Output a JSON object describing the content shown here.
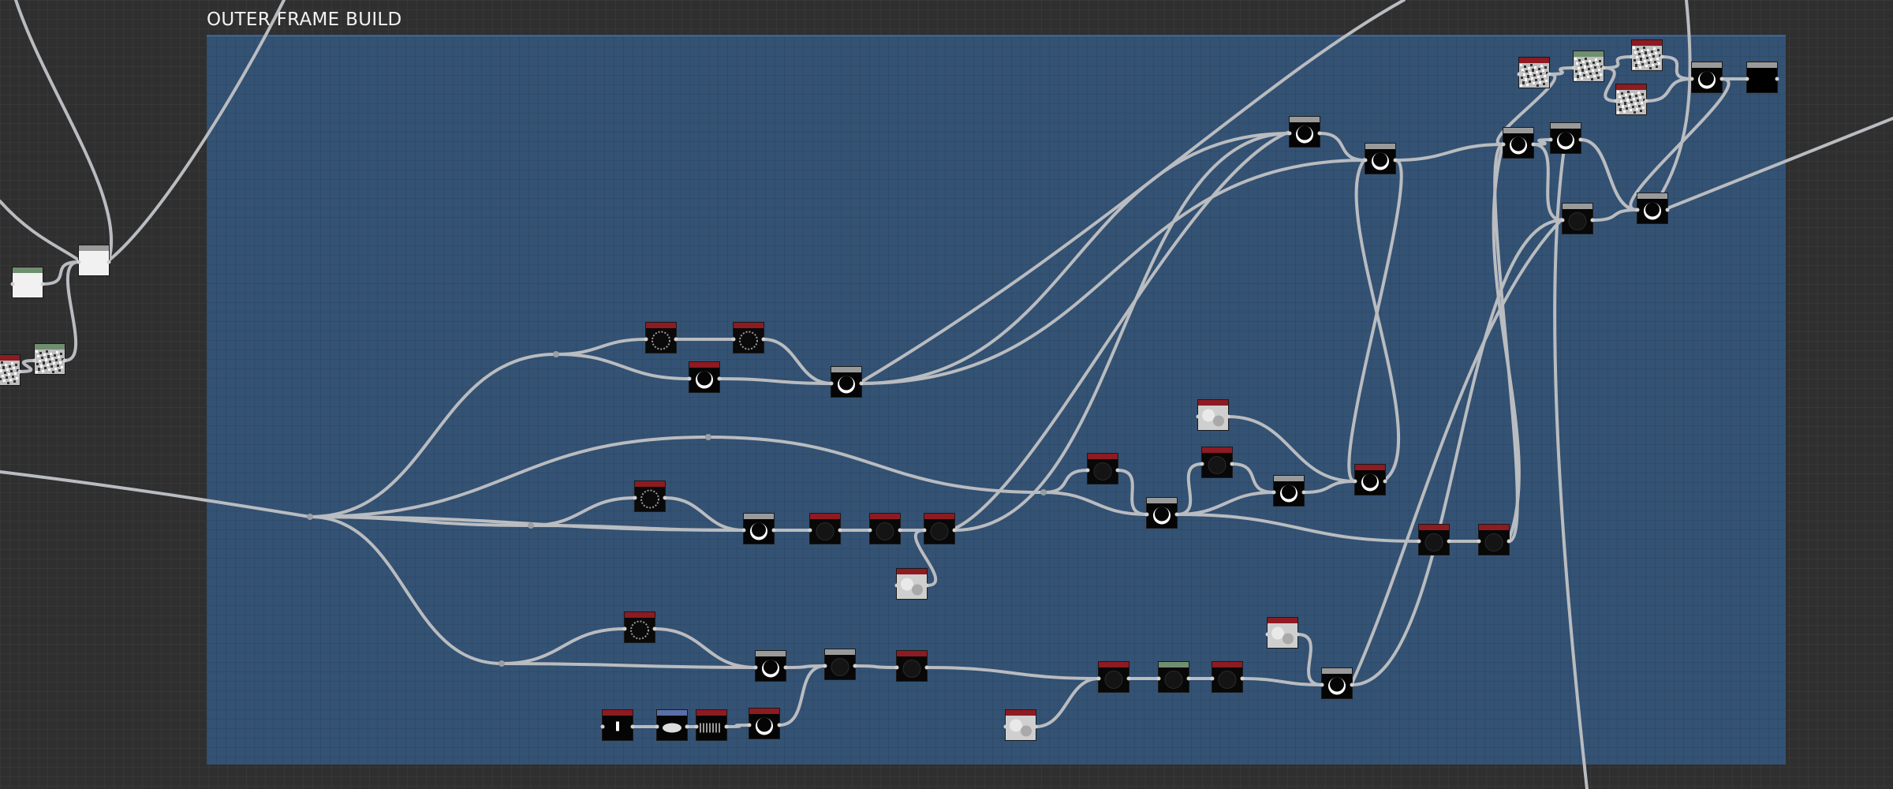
{
  "frame": {
    "title": "OUTER FRAME BUILD",
    "color": "#345273"
  },
  "colors": {
    "canvas": "#2f2f2f",
    "wire": "#b9bcc0",
    "header_red": "#8e1a22",
    "header_gray": "#9a9a9a",
    "header_green": "#6f8f6f",
    "header_blue": "#5a6fa8"
  },
  "nodes": [
    {
      "id": "n-left-white",
      "header": "green",
      "thumb": "white"
    },
    {
      "id": "n-left-gray",
      "header": "gray",
      "thumb": "white"
    },
    {
      "id": "n-left-noise-a",
      "header": "red",
      "thumb": "noise"
    },
    {
      "id": "n-left-noise-b",
      "header": "green",
      "thumb": "noise"
    },
    {
      "id": "n-blur-1",
      "header": "red",
      "thumb": "ring-dark"
    },
    {
      "id": "n-blur-2",
      "header": "red",
      "thumb": "ring-dark"
    },
    {
      "id": "n-circle-1",
      "header": "red",
      "thumb": "circle"
    },
    {
      "id": "n-circle-2",
      "header": "gray",
      "thumb": "circle"
    },
    {
      "id": "n-blur-3",
      "header": "red",
      "thumb": "ring-dark"
    },
    {
      "id": "n-circle-3",
      "header": "gray",
      "thumb": "circle"
    },
    {
      "id": "n-dark-1",
      "header": "red",
      "thumb": "dark"
    },
    {
      "id": "n-dark-2",
      "header": "red",
      "thumb": "dark"
    },
    {
      "id": "n-dark-3",
      "header": "red",
      "thumb": "dark"
    },
    {
      "id": "n-cloud-1",
      "header": "red",
      "thumb": "cloud"
    },
    {
      "id": "n-dark-4",
      "header": "red",
      "thumb": "dark"
    },
    {
      "id": "n-circle-4",
      "header": "gray",
      "thumb": "circle"
    },
    {
      "id": "n-cloud-2",
      "header": "red",
      "thumb": "cloud"
    },
    {
      "id": "n-dark-5",
      "header": "red",
      "thumb": "dark"
    },
    {
      "id": "n-circle-5",
      "header": "gray",
      "thumb": "circle"
    },
    {
      "id": "n-circle-6",
      "header": "red",
      "thumb": "circle"
    },
    {
      "id": "n-dark-6",
      "header": "red",
      "thumb": "dark"
    },
    {
      "id": "n-dark-7",
      "header": "red",
      "thumb": "dark"
    },
    {
      "id": "n-blur-4",
      "header": "red",
      "thumb": "ring-dark"
    },
    {
      "id": "n-circle-7",
      "header": "gray",
      "thumb": "circle"
    },
    {
      "id": "n-dark-8",
      "header": "gray",
      "thumb": "dark"
    },
    {
      "id": "n-dark-9",
      "header": "red",
      "thumb": "dark"
    },
    {
      "id": "n-bar",
      "header": "red",
      "thumb": "bar"
    },
    {
      "id": "n-glow",
      "header": "blue",
      "thumb": "glow"
    },
    {
      "id": "n-stripes",
      "header": "red",
      "thumb": "stripes"
    },
    {
      "id": "n-circle-8",
      "header": "red",
      "thumb": "circle"
    },
    {
      "id": "n-cloud-3",
      "header": "red",
      "thumb": "cloud"
    },
    {
      "id": "n-dark-10",
      "header": "red",
      "thumb": "dark"
    },
    {
      "id": "n-dark-11",
      "header": "green",
      "thumb": "dark"
    },
    {
      "id": "n-dark-12",
      "header": "red",
      "thumb": "dark"
    },
    {
      "id": "n-cloud-4",
      "header": "red",
      "thumb": "cloud"
    },
    {
      "id": "n-circle-9",
      "header": "gray",
      "thumb": "circle"
    },
    {
      "id": "n-dark-13",
      "header": "red",
      "thumb": "dark"
    },
    {
      "id": "n-dark-14",
      "header": "red",
      "thumb": "dark"
    },
    {
      "id": "n-circle-10",
      "header": "gray",
      "thumb": "circle"
    },
    {
      "id": "n-circle-11",
      "header": "gray",
      "thumb": "circle"
    },
    {
      "id": "n-circle-12",
      "header": "gray",
      "thumb": "circle"
    },
    {
      "id": "n-circle-13",
      "header": "gray",
      "thumb": "circle"
    },
    {
      "id": "n-dark-15",
      "header": "gray",
      "thumb": "dark"
    },
    {
      "id": "n-circle-14",
      "header": "gray",
      "thumb": "circle"
    },
    {
      "id": "n-noise-1",
      "header": "red",
      "thumb": "noise"
    },
    {
      "id": "n-noise-2",
      "header": "green",
      "thumb": "noise"
    },
    {
      "id": "n-noise-3",
      "header": "red",
      "thumb": "noise"
    },
    {
      "id": "n-noise-4",
      "header": "red",
      "thumb": "noise"
    },
    {
      "id": "n-circle-15",
      "header": "gray",
      "thumb": "circle"
    },
    {
      "id": "n-output",
      "header": "gray",
      "thumb": "black"
    }
  ],
  "connections": [
    [
      "n-left-white",
      "n-left-gray"
    ],
    [
      "n-left-noise-b",
      "n-left-gray"
    ],
    [
      "n-left-noise-a",
      "n-left-noise-b"
    ],
    [
      "reroute-b",
      "n-blur-1"
    ],
    [
      "reroute-b",
      "n-circle-1"
    ],
    [
      "n-blur-1",
      "n-blur-2"
    ],
    [
      "n-blur-2",
      "n-circle-2"
    ],
    [
      "n-circle-1",
      "n-circle-2"
    ],
    [
      "n-circle-2",
      "n-circle-10"
    ],
    [
      "n-circle-2",
      "n-circle-11"
    ],
    [
      "reroute-d",
      "n-blur-3"
    ],
    [
      "n-blur-3",
      "n-circle-3"
    ],
    [
      "reroute-d",
      "n-circle-3"
    ],
    [
      "n-circle-3",
      "n-dark-1"
    ],
    [
      "n-dark-1",
      "n-dark-2"
    ],
    [
      "n-dark-2",
      "n-dark-3"
    ],
    [
      "n-cloud-1",
      "n-dark-3"
    ],
    [
      "n-dark-3",
      "n-circle-10"
    ],
    [
      "reroute-c",
      "reroute-e"
    ],
    [
      "reroute-e",
      "n-dark-4"
    ],
    [
      "reroute-e",
      "n-circle-4"
    ],
    [
      "n-dark-4",
      "n-circle-4"
    ],
    [
      "n-circle-4",
      "n-dark-5"
    ],
    [
      "n-dark-5",
      "n-circle-5"
    ],
    [
      "n-circle-4",
      "n-circle-5"
    ],
    [
      "n-cloud-2",
      "n-circle-6"
    ],
    [
      "n-circle-5",
      "n-circle-6"
    ],
    [
      "n-circle-11",
      "n-circle-6"
    ],
    [
      "n-circle-4",
      "n-dark-6"
    ],
    [
      "n-dark-6",
      "n-dark-7"
    ],
    [
      "n-dark-7",
      "n-circle-12"
    ],
    [
      "reroute-f",
      "n-blur-4"
    ],
    [
      "n-blur-4",
      "n-circle-7"
    ],
    [
      "reroute-f",
      "n-circle-7"
    ],
    [
      "n-circle-7",
      "n-dark-8"
    ],
    [
      "n-dark-8",
      "n-dark-9"
    ],
    [
      "n-dark-9",
      "n-dark-10"
    ],
    [
      "n-bar",
      "n-glow"
    ],
    [
      "n-glow",
      "n-stripes"
    ],
    [
      "n-stripes",
      "n-circle-8"
    ],
    [
      "n-circle-8",
      "n-dark-8"
    ],
    [
      "n-cloud-3",
      "n-dark-10"
    ],
    [
      "n-dark-10",
      "n-dark-11"
    ],
    [
      "n-dark-11",
      "n-dark-12"
    ],
    [
      "n-dark-12",
      "n-circle-9"
    ],
    [
      "n-cloud-4",
      "n-circle-9"
    ],
    [
      "n-circle-9",
      "n-dark-15"
    ],
    [
      "n-circle-10",
      "n-circle-11"
    ],
    [
      "n-circle-11",
      "n-circle-12"
    ],
    [
      "n-circle-12",
      "n-circle-13"
    ],
    [
      "n-circle-13",
      "n-circle-14"
    ],
    [
      "n-circle-12",
      "n-dark-15"
    ],
    [
      "n-dark-15",
      "n-circle-14"
    ],
    [
      "n-noise-1",
      "n-circle-12"
    ],
    [
      "n-noise-1",
      "n-noise-2"
    ],
    [
      "n-noise-2",
      "n-noise-3"
    ],
    [
      "n-noise-2",
      "n-noise-4"
    ],
    [
      "n-noise-3",
      "n-circle-15"
    ],
    [
      "n-noise-4",
      "n-circle-15"
    ],
    [
      "n-circle-15",
      "n-output"
    ],
    [
      "n-circle-15",
      "n-circle-14"
    ],
    [
      "n-circle-13",
      "n-circle-14"
    ]
  ]
}
